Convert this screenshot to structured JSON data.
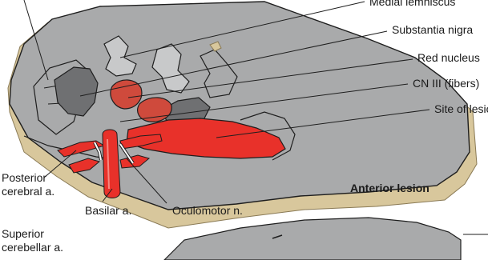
{
  "labels": {
    "medial_lemniscus": "Medial lemniscus",
    "substantia_nigra": "Substantia nigra",
    "red_nucleus": "Red nucleus",
    "cn3_fibers": "CN III (fibers)",
    "site_of_lesion": "Site of lesion",
    "posterior_cerebral_l1": "Posterior",
    "posterior_cerebral_l2": "cerebral a.",
    "basilar": "Basilar a.",
    "oculomotor": "Oculomotor n.",
    "superior_cerebellar_l1": "Superior",
    "superior_cerebellar_l2": "cerebellar a.",
    "panel_title": "Anterior lesion"
  },
  "colors": {
    "tissue": "#a9aaab",
    "slab_top": "#b4b5b6",
    "slab_side": "#d8c79c",
    "gray_nuclei": "#6f7072",
    "red_nucleus": "#cf4a3c",
    "vessel": "#e8312a",
    "outline": "#1e1e1e"
  }
}
